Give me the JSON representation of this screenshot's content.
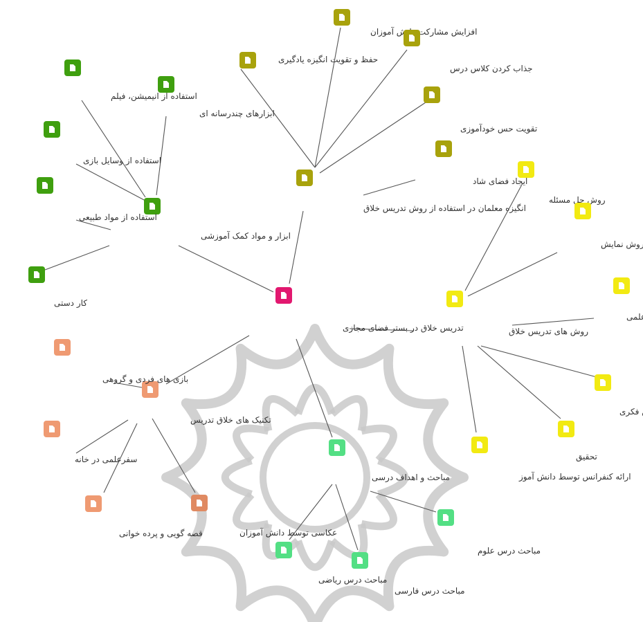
{
  "diagram": {
    "nodes": [
      {
        "id": "root",
        "label": "تدریس خلاق در بستر فضای مجازی",
        "group": "root",
        "color": "#e2186f",
        "anchor": "end"
      },
      {
        "id": "motivation",
        "label": "انگیزه معلمان در استفاده از روش تدریس خلاق",
        "group": "olive",
        "color": "#a8a20c",
        "anchor": "end"
      },
      {
        "id": "m1",
        "label": "حفظ و تقویت انگیزه یادگیری",
        "group": "olive",
        "color": "#a8a20c",
        "anchor": "end"
      },
      {
        "id": "m2",
        "label": "افزایش مشارکت دانش آموزان",
        "group": "olive",
        "color": "#a8a20c",
        "anchor": "end"
      },
      {
        "id": "m3",
        "label": "جذاب کردن کلاس درس",
        "group": "olive",
        "color": "#a8a20c",
        "anchor": "end"
      },
      {
        "id": "m4",
        "label": "تقویت حس خودآموزی",
        "group": "olive",
        "color": "#a8a20c",
        "anchor": "end"
      },
      {
        "id": "m5",
        "label": "ایجاد فضای شاد",
        "group": "olive",
        "color": "#a8a20c",
        "anchor": "end"
      },
      {
        "id": "tools",
        "label": "ابزار و مواد کمک آموزشی",
        "group": "green",
        "color": "#3f9f0f",
        "anchor": "end"
      },
      {
        "id": "t1",
        "label": "استفاده از انیمیشن، فیلم",
        "group": "green",
        "color": "#3f9f0f",
        "anchor": "end"
      },
      {
        "id": "t2",
        "label": "ابزارهای چندرسانه ای",
        "group": "green",
        "color": "#3f9f0f",
        "anchor": "end"
      },
      {
        "id": "t3",
        "label": "استفاده از وسایل بازی",
        "group": "green",
        "color": "#3f9f0f",
        "anchor": "end"
      },
      {
        "id": "t4",
        "label": "استفاده از مواد طبیعی",
        "group": "green",
        "color": "#3f9f0f",
        "anchor": "end"
      },
      {
        "id": "t5",
        "label": "کار دستی",
        "group": "green",
        "color": "#3f9f0f",
        "anchor": "end"
      },
      {
        "id": "methods",
        "label": "روش های تدریس خلاق",
        "group": "yellow",
        "color": "#f2ea12",
        "anchor": "end"
      },
      {
        "id": "y1",
        "label": "روش حل مسئله",
        "group": "yellow",
        "color": "#f2ea12",
        "anchor": "end"
      },
      {
        "id": "y2",
        "label": "روش نمایش",
        "group": "yellow",
        "color": "#f2ea12",
        "anchor": "end"
      },
      {
        "id": "y3",
        "label": "گردش علمی",
        "group": "yellow",
        "color": "#f2ea12",
        "anchor": "end"
      },
      {
        "id": "y4",
        "label": "بارش فکری",
        "group": "yellow",
        "color": "#f2ea12",
        "anchor": "end"
      },
      {
        "id": "y5",
        "label": "تحقیق",
        "group": "yellow",
        "color": "#f2ea12",
        "anchor": "end"
      },
      {
        "id": "y6",
        "label": "ارائه کنفرانس توسط دانش آموز",
        "group": "yellow",
        "color": "#f2ea12",
        "anchor": "end"
      },
      {
        "id": "techniques",
        "label": "تکنیک های خلاق تدریس",
        "group": "salmon",
        "color": "#ef9a72",
        "anchor": "end"
      },
      {
        "id": "s1",
        "label": "بازی های فردی و گروهی",
        "group": "salmon",
        "color": "#ef9a72",
        "anchor": "end"
      },
      {
        "id": "s2",
        "label": "سفرعلمی در خانه",
        "group": "salmon",
        "color": "#ef9a72",
        "anchor": "end"
      },
      {
        "id": "s3",
        "label": "قصه گویی و پرده خوانی",
        "group": "salmon",
        "color": "#ef9a72",
        "anchor": "end"
      },
      {
        "id": "s4",
        "label": "عکاسی توسط دانش آموزان",
        "group": "salmon",
        "color": "#e08a62",
        "anchor": "end"
      },
      {
        "id": "subjects",
        "label": "مباحث و اهداف درسی",
        "group": "mint",
        "color": "#53df84",
        "anchor": "end"
      },
      {
        "id": "g1",
        "label": "مباحث درس علوم",
        "group": "mint",
        "color": "#53df84",
        "anchor": "end"
      },
      {
        "id": "g2",
        "label": "مباحث درس ریاضی",
        "group": "mint",
        "color": "#53df84",
        "anchor": "end"
      },
      {
        "id": "g3",
        "label": "مباحث درس فارسی",
        "group": "mint",
        "color": "#53df84",
        "anchor": "end"
      }
    ],
    "edges": [
      [
        "root",
        "motivation"
      ],
      [
        "root",
        "tools"
      ],
      [
        "root",
        "methods"
      ],
      [
        "root",
        "techniques"
      ],
      [
        "root",
        "subjects"
      ],
      [
        "motivation",
        "m1"
      ],
      [
        "motivation",
        "m2"
      ],
      [
        "motivation",
        "m3"
      ],
      [
        "motivation",
        "m4"
      ],
      [
        "motivation",
        "m5"
      ],
      [
        "tools",
        "t1"
      ],
      [
        "tools",
        "t2"
      ],
      [
        "tools",
        "t3"
      ],
      [
        "tools",
        "t4"
      ],
      [
        "tools",
        "t5"
      ],
      [
        "methods",
        "y1"
      ],
      [
        "methods",
        "y2"
      ],
      [
        "methods",
        "y3"
      ],
      [
        "methods",
        "y4"
      ],
      [
        "methods",
        "y5"
      ],
      [
        "methods",
        "y6"
      ],
      [
        "techniques",
        "s1"
      ],
      [
        "techniques",
        "s2"
      ],
      [
        "techniques",
        "s3"
      ],
      [
        "techniques",
        "s4"
      ],
      [
        "subjects",
        "g1"
      ],
      [
        "subjects",
        "g2"
      ],
      [
        "subjects",
        "g3"
      ]
    ],
    "node_icon": "document-icon",
    "watermark_icon": "rosette-logo"
  }
}
